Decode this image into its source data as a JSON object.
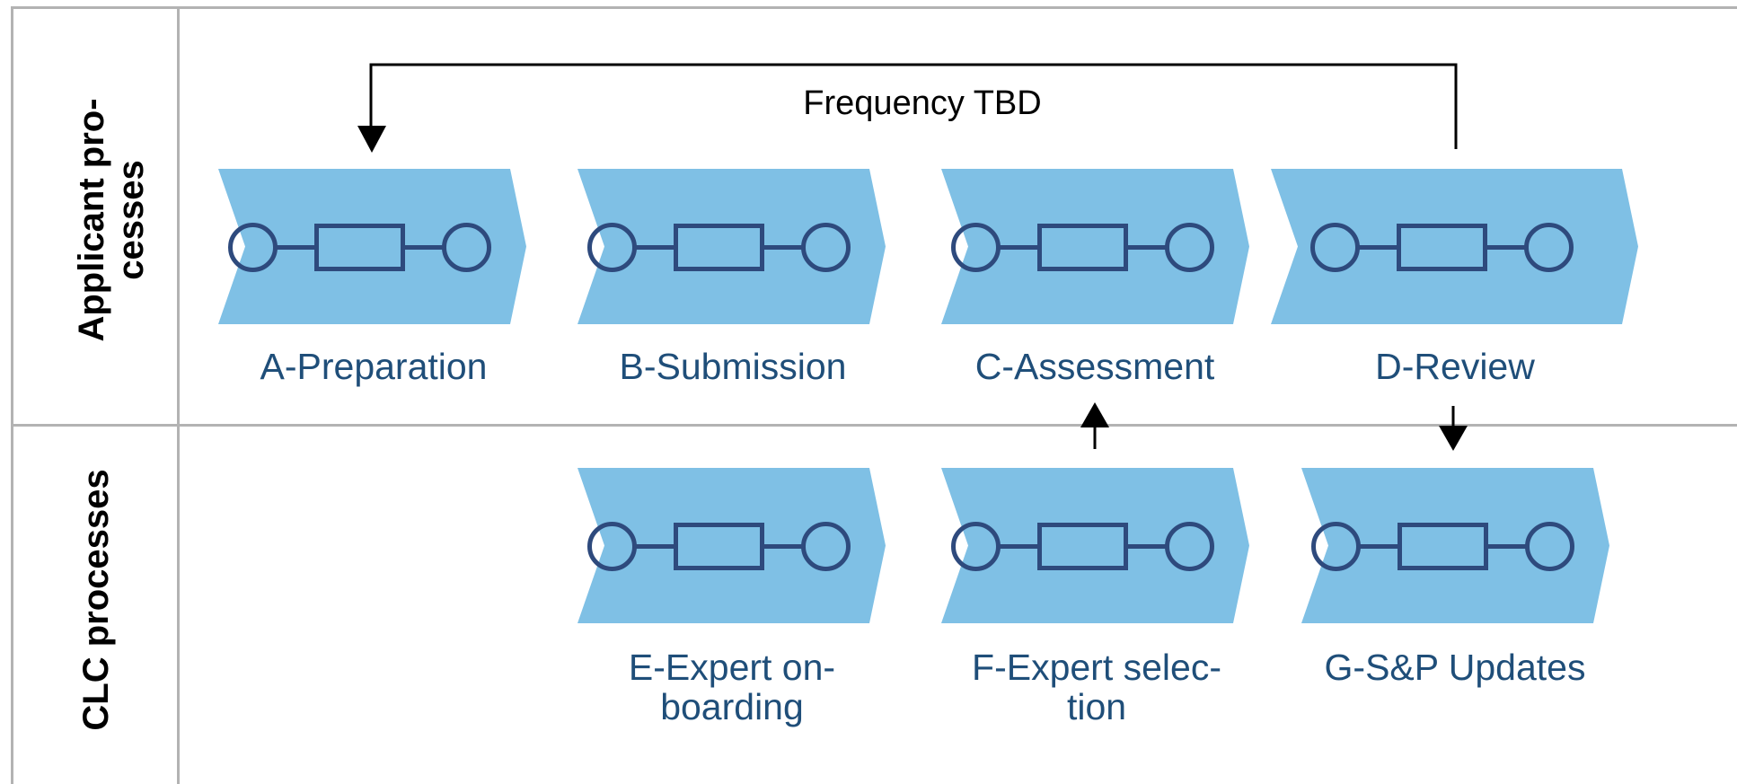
{
  "lanes": [
    {
      "label": "Applicant pro-\ncesses"
    },
    {
      "label": "CLC processes"
    }
  ],
  "processes": [
    {
      "id": "A",
      "label": "A-Preparation"
    },
    {
      "id": "B",
      "label": "B-Submission"
    },
    {
      "id": "C",
      "label": "C-Assessment"
    },
    {
      "id": "D",
      "label": "D-Review"
    },
    {
      "id": "E",
      "label": "E-Expert on-\nboarding"
    },
    {
      "id": "F",
      "label": "F-Expert selec-\ntion"
    },
    {
      "id": "G",
      "label": "G-S&P Updates"
    }
  ],
  "edges": [
    {
      "from": "D",
      "to": "A",
      "label": "Frequency TBD"
    },
    {
      "from": "F",
      "to": "C",
      "label": ""
    },
    {
      "from": "D",
      "to": "G",
      "label": ""
    }
  ],
  "colors": {
    "process_fill": "#7fc0e5",
    "process_icon": "#2e4a7d",
    "label_text": "#1f4e79",
    "lane_border": "#b3b3b3"
  }
}
